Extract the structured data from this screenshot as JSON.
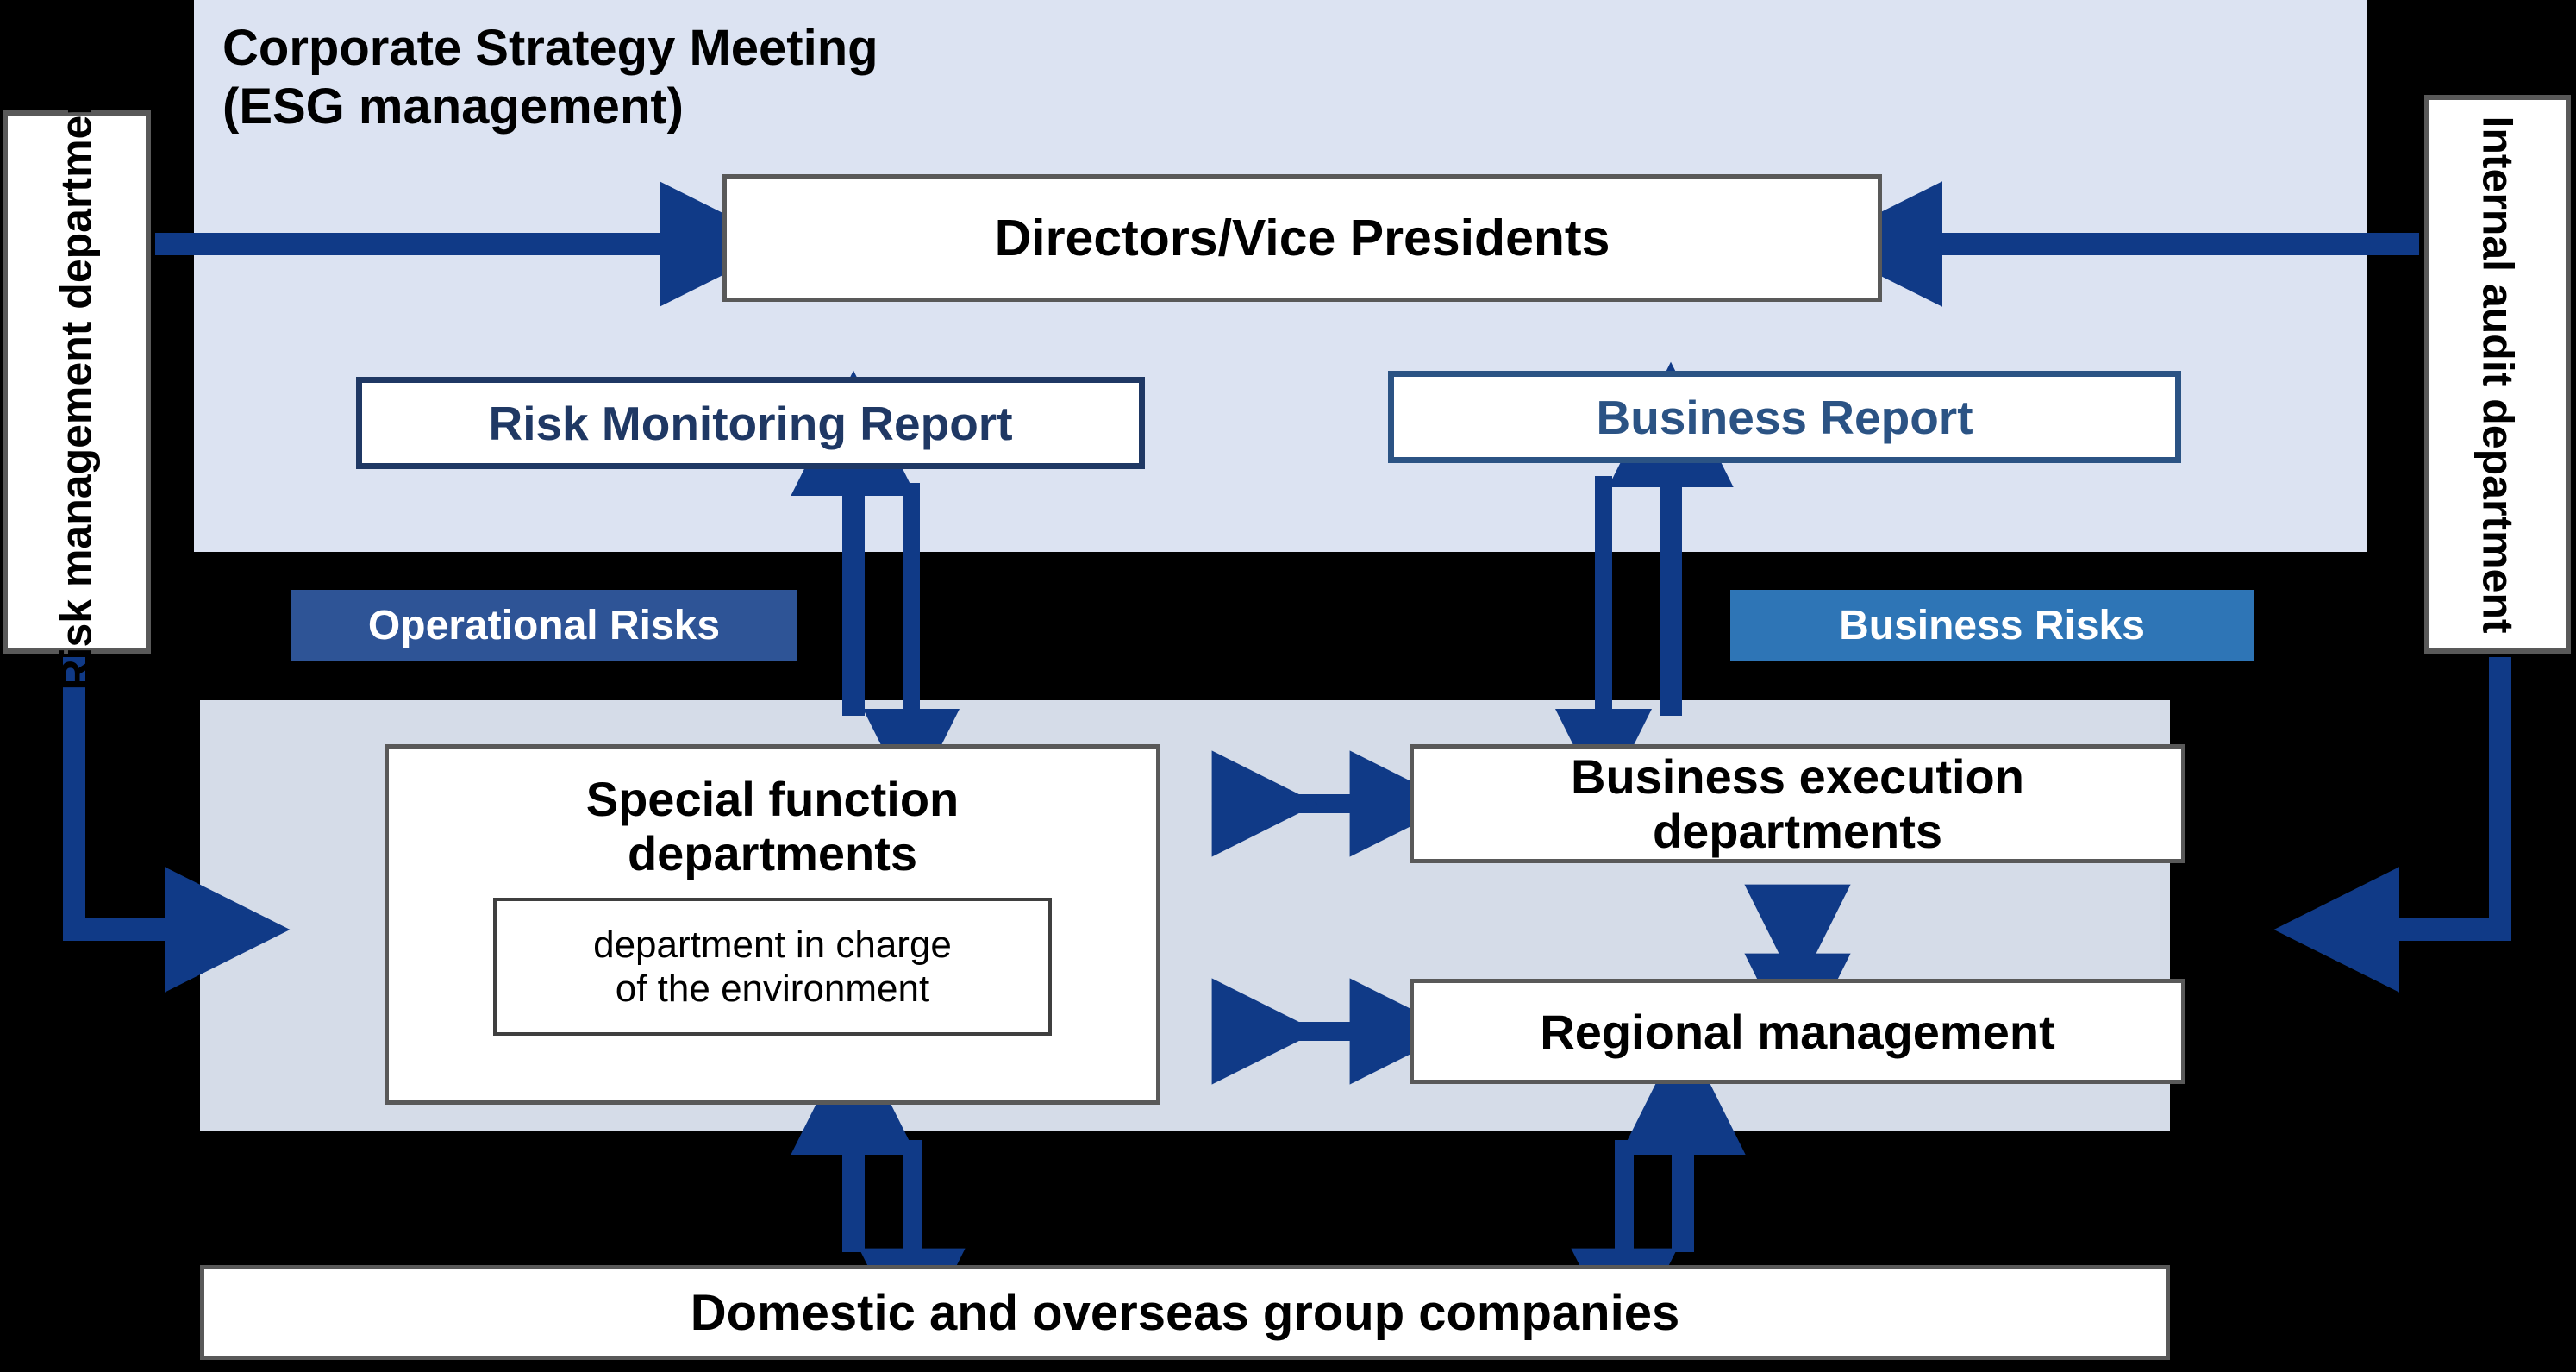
{
  "title": {
    "line1": "Corporate Strategy Meeting",
    "line2": "(ESG management)"
  },
  "side_departments": {
    "left": "Risk management department",
    "right": "Internal audit department"
  },
  "top_panel": {
    "directors": "Directors/Vice Presidents",
    "risk_monitoring_report": "Risk Monitoring Report",
    "business_report": "Business Report"
  },
  "risk_badges": {
    "operational": "Operational Risks",
    "business": "Business Risks"
  },
  "middle_panel": {
    "special_function_departments": "Special function\ndepartments",
    "special_function_line1": "Special function",
    "special_function_line2": "departments",
    "environment_department_line1": "department in charge",
    "environment_department_line2": "of the environment",
    "business_execution_line1": "Business execution",
    "business_execution_line2": "departments",
    "regional_management": "Regional management"
  },
  "bottom": {
    "group_companies": "Domestic and overseas group companies"
  },
  "colors": {
    "background": "#000000",
    "top_panel_bg": "#dce3f2",
    "middle_panel_bg": "#d5dce8",
    "arrow_blue": "#103a87",
    "operational_risk_badge": "#2e5496",
    "business_risk_badge": "#2e75b6",
    "risk_report_border": "#1f3864",
    "business_report_border": "#2b5384",
    "box_border_grey": "#595959",
    "box_bg": "#ffffff"
  }
}
